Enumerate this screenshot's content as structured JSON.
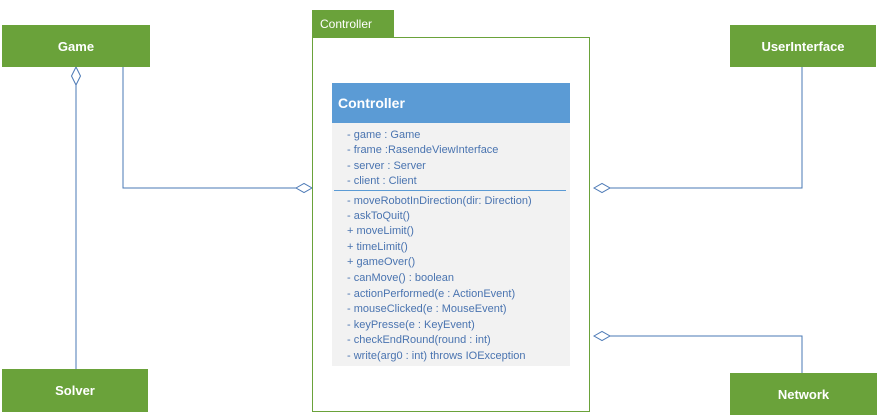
{
  "package": {
    "tab_label": "Controller"
  },
  "controller_class": {
    "name": "Controller",
    "attributes": [
      "- game : Game",
      "- frame :RasendeViewInterface",
      "- server : Server",
      "- client : Client"
    ],
    "methods": [
      "- moveRobotInDirection(dir: Direction)",
      "- askToQuit()",
      "+ moveLimit()",
      "+ timeLimit()",
      "+ gameOver()",
      "- canMove() : boolean",
      "- actionPerformed(e : ActionEvent)",
      "- mouseClicked(e : MouseEvent)",
      "- keyPresse(e : KeyEvent)",
      "- checkEndRound(round : int)",
      "- write(arg0 : int) throws IOException"
    ]
  },
  "boxes": {
    "game": "Game",
    "solver": "Solver",
    "user_interface": "UserInterface",
    "network": "Network"
  },
  "colors": {
    "box_green": "#6aa23a",
    "class_header_blue": "#5b9bd5",
    "class_body_gray": "#f2f2f2",
    "member_text_blue": "#4a74b0",
    "connector_blue": "#4a78b5"
  }
}
